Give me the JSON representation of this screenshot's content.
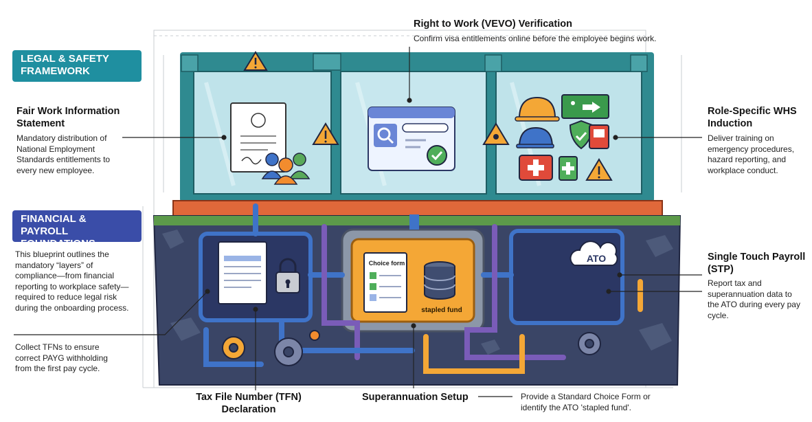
{
  "sections": {
    "legal": "LEGAL & SAFETY FRAMEWORK",
    "financial": "FINANCIAL & PAYROLL FOUNDATIONS"
  },
  "callouts": {
    "fair_work": {
      "title": "Fair Work Information Statement",
      "body": "Mandatory distribution of National Employment Standards entitlements to every new employee."
    },
    "vevo": {
      "title": "Right to Work (VEVO) Verification",
      "body": "Confirm visa entitlements online before the employee begins work."
    },
    "whs": {
      "title": "Role-Specific WHS Induction",
      "body": "Deliver training on emergency procedures, hazard reporting, and workplace conduct."
    },
    "intro": {
      "body": "This blueprint outlines the mandatory “layers” of compliance—from financial reporting to workplace safety—required to reduce legal risk during the onboarding process."
    },
    "tfn": {
      "title": "Tax File Number (TFN) Declaration",
      "body": "Collect TFNs to ensure correct PAYG withholding from the first pay cycle."
    },
    "super": {
      "title": "Superannuation Setup",
      "body": "Provide a Standard Choice Form or identify the ATO 'stapled fund'."
    },
    "stp": {
      "title": "Single Touch Payroll (STP)",
      "body": "Report tax and superannuation data to the ATO during every pay cycle."
    }
  },
  "illustration_labels": {
    "choice_form": "Choice form",
    "stapled_fund": "stapled fund",
    "ato": "ATO"
  },
  "icons": [
    "warning-icon",
    "document-icon",
    "people-icon",
    "browser-search-icon",
    "check-icon",
    "hard-hat-icon",
    "exit-sign-icon",
    "shield-check-icon",
    "fire-alarm-icon",
    "first-aid-icon",
    "radiation-warning-icon",
    "padlock-icon",
    "database-icon",
    "cloud-icon",
    "gear-icon"
  ],
  "colors": {
    "legal_badge": "#1f8fa0",
    "financial_badge": "#3a4da8",
    "frame": "#2f8a90",
    "glass": "#bfe3ea",
    "beam": "#e0683a",
    "rock": "#3a4566",
    "vault": "#f4a736",
    "pipe_blue": "#3f73c8",
    "pipe_purple": "#7a5cb8"
  }
}
